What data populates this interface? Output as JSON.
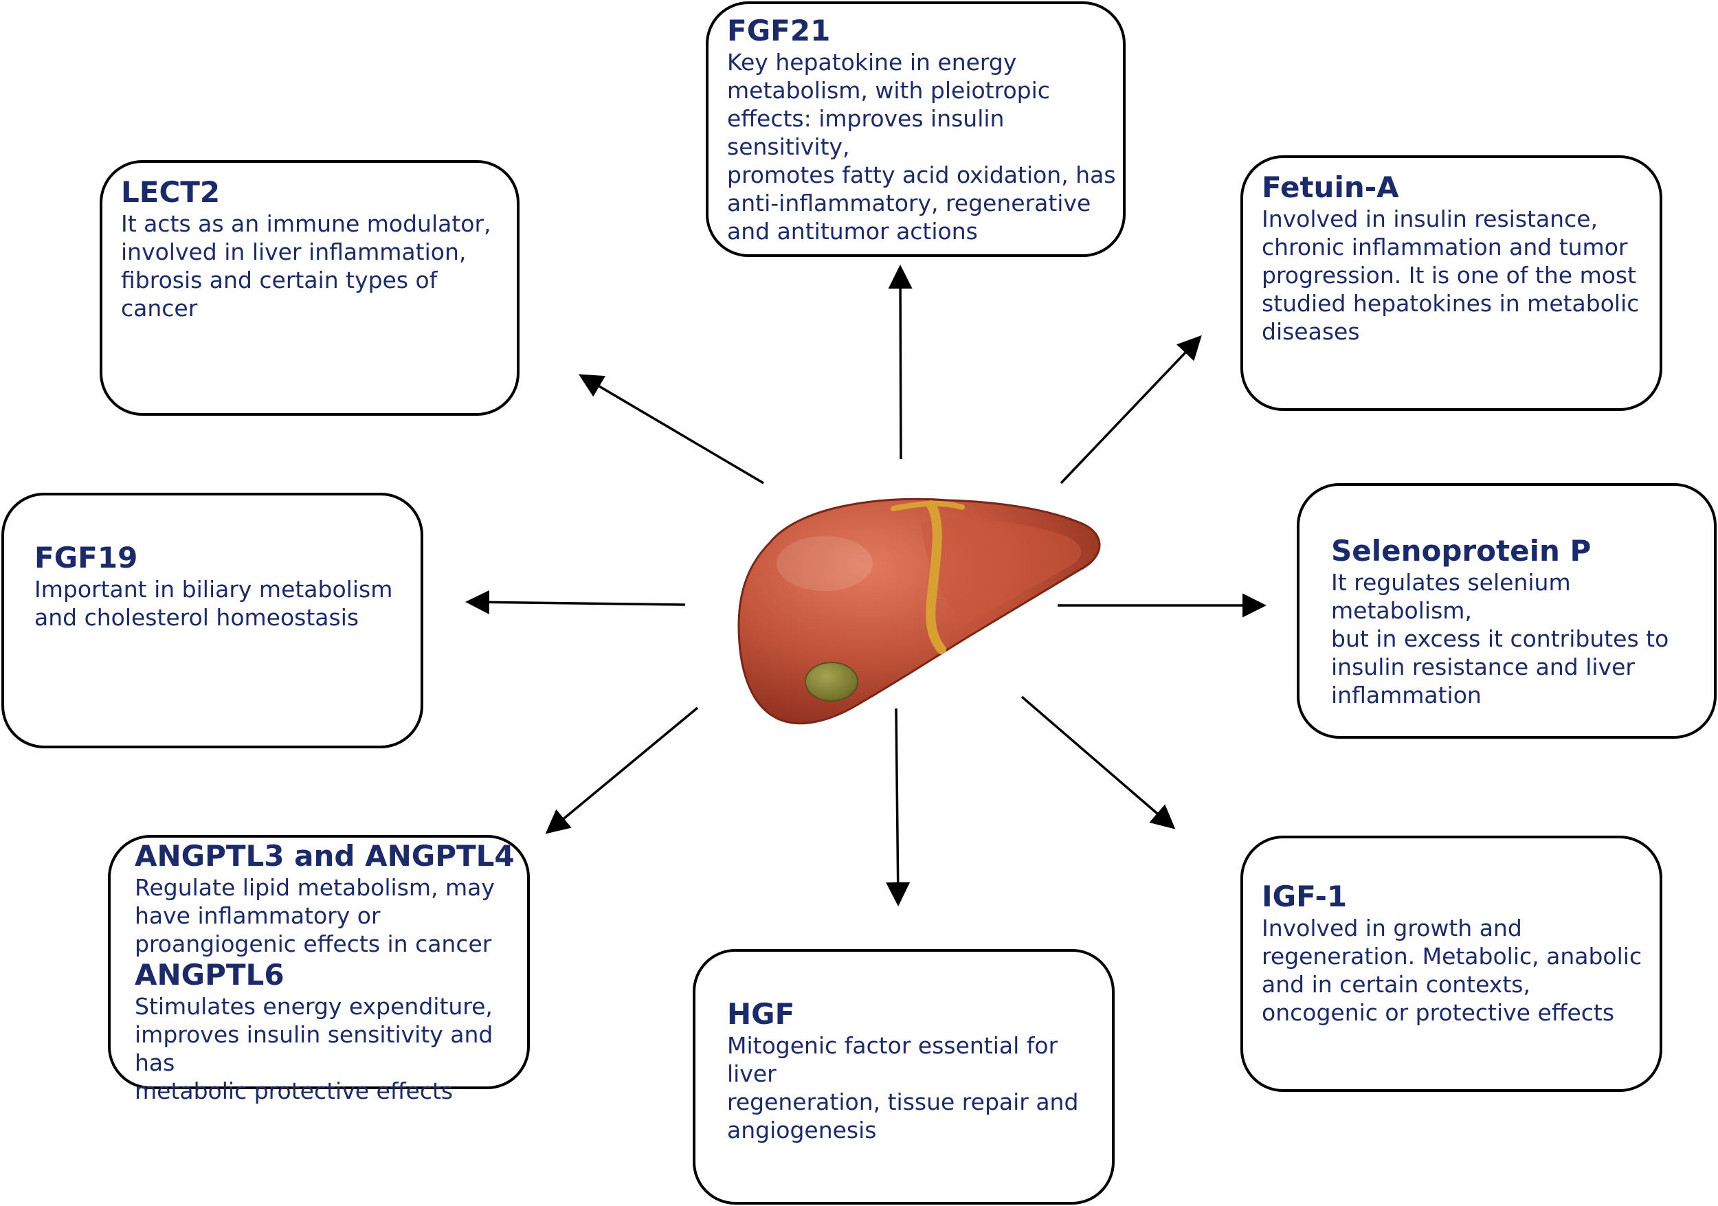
{
  "boxes": {
    "fgf21": {
      "title": "FGF21",
      "desc": "Key hepatokine in energy\nmetabolism, with pleiotropic\neffects: improves insulin sensitivity,\npromotes fatty acid oxidation, has\nanti-inflammatory, regenerative\nand antitumor actions"
    },
    "lect2": {
      "title": "LECT2",
      "desc": "It acts as an immune modulator,\ninvolved in liver inflammation,\nfibrosis and certain types of\ncancer"
    },
    "fetuin_a": {
      "title": "Fetuin-A",
      "desc": "Involved in insulin resistance,\nchronic inflammation and tumor\nprogression. It is one of the most\nstudied hepatokines in metabolic\ndiseases"
    },
    "fgf19": {
      "title": "FGF19",
      "desc": "Important in biliary metabolism\nand cholesterol homeostasis"
    },
    "selenoprotein_p": {
      "title": "Selenoprotein P",
      "desc": "It regulates selenium metabolism,\nbut in excess it contributes to\ninsulin resistance and liver\ninflammation"
    },
    "angptl3_4": {
      "title": "ANGPTL3 and ANGPTL4",
      "desc": "Regulate lipid metabolism, may\nhave inflammatory or\nproangiogenic effects in cancer"
    },
    "angptl6": {
      "title": "ANGPTL6",
      "desc": "Stimulates energy expenditure,\nimproves insulin sensitivity and has\nmetabolic protective effects"
    },
    "hgf": {
      "title": "HGF",
      "desc": "Mitogenic factor essential for liver\nregeneration, tissue repair and\nangiogenesis"
    },
    "igf1": {
      "title": "IGF-1",
      "desc": "Involved in growth and\nregeneration. Metabolic, anabolic\nand in certain contexts,\noncogenic or protective effects"
    }
  },
  "colors": {
    "text": "#1b2a6b",
    "border": "#000000",
    "liver": "#b84a30",
    "liver_highlight": "#d9664a",
    "ligament": "#d8a032",
    "gallbladder": "#8b8a3a"
  },
  "icons": {
    "center": "liver-icon",
    "arrows": "arrow-icon"
  }
}
